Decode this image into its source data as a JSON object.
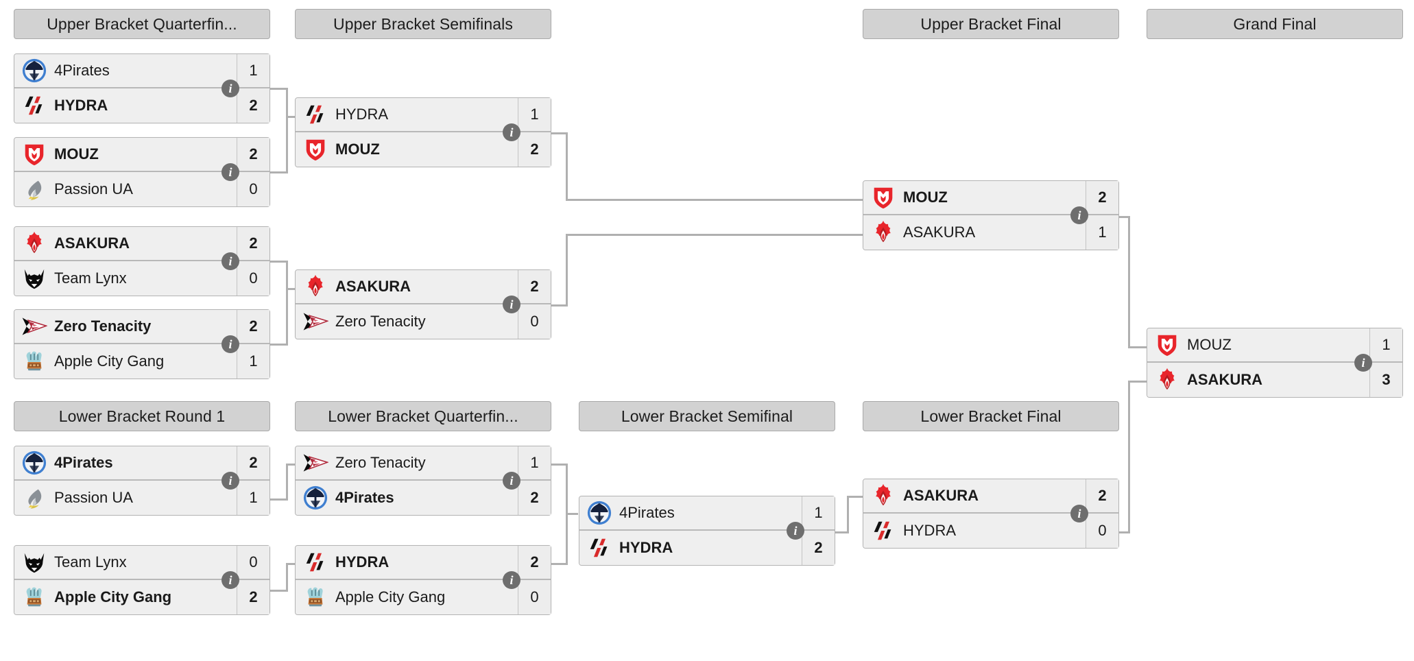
{
  "theme": {
    "bg": "#ffffff",
    "header_bg": "#d2d2d2",
    "header_border": "#a8a8a8",
    "card_bg": "#efefef",
    "card_border": "#b4b4b4",
    "line": "#b0b0b0",
    "text": "#1a1a1a",
    "badge_bg": "#6e6e6e"
  },
  "icons": {
    "info": "i",
    "info_name": "info-icon"
  },
  "rounds": [
    {
      "id": "ubqf",
      "label": "Upper Bracket Quarterfin..."
    },
    {
      "id": "ubsf",
      "label": "Upper Bracket Semifinals"
    },
    {
      "id": "ubf",
      "label": "Upper Bracket Final"
    },
    {
      "id": "gf",
      "label": "Grand Final"
    },
    {
      "id": "lbr1",
      "label": "Lower Bracket Round 1"
    },
    {
      "id": "lbqf",
      "label": "Lower Bracket Quarterfin..."
    },
    {
      "id": "lbsf",
      "label": "Lower Bracket Semifinal"
    },
    {
      "id": "lbf",
      "label": "Lower Bracket Final"
    }
  ],
  "matches": {
    "ubqf1": {
      "top": {
        "team": "4Pirates",
        "logo": "4pirates",
        "score": "1",
        "winner": false
      },
      "bottom": {
        "team": "HYDRA",
        "logo": "hydra",
        "score": "2",
        "winner": true
      }
    },
    "ubqf2": {
      "top": {
        "team": "MOUZ",
        "logo": "mouz",
        "score": "2",
        "winner": true
      },
      "bottom": {
        "team": "Passion UA",
        "logo": "passionua",
        "score": "0",
        "winner": false
      }
    },
    "ubqf3": {
      "top": {
        "team": "ASAKURA",
        "logo": "asakura",
        "score": "2",
        "winner": true
      },
      "bottom": {
        "team": "Team Lynx",
        "logo": "lynx",
        "score": "0",
        "winner": false
      }
    },
    "ubqf4": {
      "top": {
        "team": "Zero Tenacity",
        "logo": "zero",
        "score": "2",
        "winner": true
      },
      "bottom": {
        "team": "Apple City Gang",
        "logo": "apple",
        "score": "1",
        "winner": false
      }
    },
    "ubsf1": {
      "top": {
        "team": "HYDRA",
        "logo": "hydra",
        "score": "1",
        "winner": false
      },
      "bottom": {
        "team": "MOUZ",
        "logo": "mouz",
        "score": "2",
        "winner": true
      }
    },
    "ubsf2": {
      "top": {
        "team": "ASAKURA",
        "logo": "asakura",
        "score": "2",
        "winner": true
      },
      "bottom": {
        "team": "Zero Tenacity",
        "logo": "zero",
        "score": "0",
        "winner": false
      }
    },
    "ubf1": {
      "top": {
        "team": "MOUZ",
        "logo": "mouz",
        "score": "2",
        "winner": true
      },
      "bottom": {
        "team": "ASAKURA",
        "logo": "asakura",
        "score": "1",
        "winner": false
      }
    },
    "gf1": {
      "top": {
        "team": "MOUZ",
        "logo": "mouz",
        "score": "1",
        "winner": false
      },
      "bottom": {
        "team": "ASAKURA",
        "logo": "asakura",
        "score": "3",
        "winner": true
      }
    },
    "lbr1a": {
      "top": {
        "team": "4Pirates",
        "logo": "4pirates",
        "score": "2",
        "winner": true
      },
      "bottom": {
        "team": "Passion UA",
        "logo": "passionua",
        "score": "1",
        "winner": false
      }
    },
    "lbr1b": {
      "top": {
        "team": "Team Lynx",
        "logo": "lynx",
        "score": "0",
        "winner": false
      },
      "bottom": {
        "team": "Apple City Gang",
        "logo": "apple",
        "score": "2",
        "winner": true
      }
    },
    "lbqf1": {
      "top": {
        "team": "Zero Tenacity",
        "logo": "zero",
        "score": "1",
        "winner": false
      },
      "bottom": {
        "team": "4Pirates",
        "logo": "4pirates",
        "score": "2",
        "winner": true
      }
    },
    "lbqf2": {
      "top": {
        "team": "HYDRA",
        "logo": "hydra",
        "score": "2",
        "winner": true
      },
      "bottom": {
        "team": "Apple City Gang",
        "logo": "apple",
        "score": "0",
        "winner": false
      }
    },
    "lbsf1": {
      "top": {
        "team": "4Pirates",
        "logo": "4pirates",
        "score": "1",
        "winner": false
      },
      "bottom": {
        "team": "HYDRA",
        "logo": "hydra",
        "score": "2",
        "winner": true
      }
    },
    "lbf1": {
      "top": {
        "team": "ASAKURA",
        "logo": "asakura",
        "score": "2",
        "winner": true
      },
      "bottom": {
        "team": "HYDRA",
        "logo": "hydra",
        "score": "0",
        "winner": false
      }
    }
  }
}
